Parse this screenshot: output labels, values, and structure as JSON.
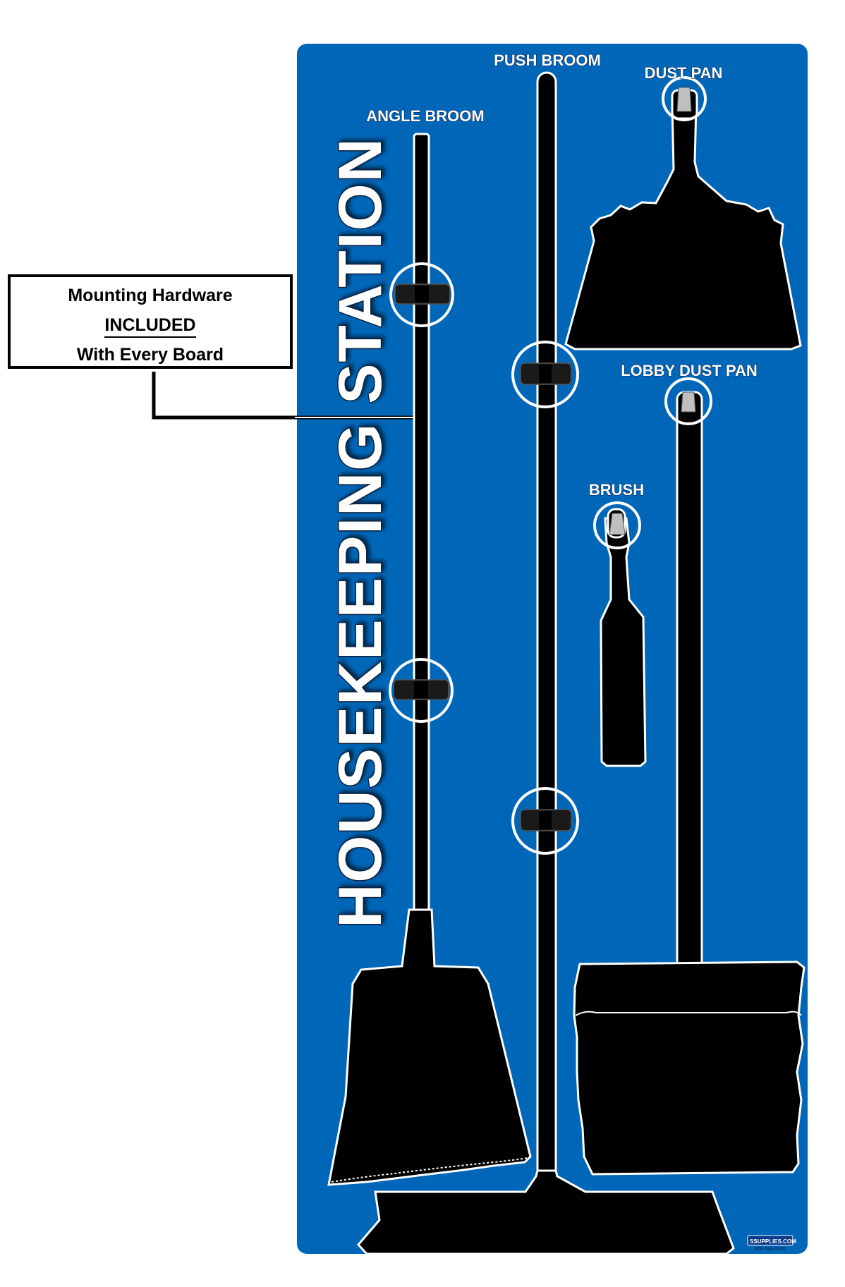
{
  "callout": {
    "line1": "Mounting Hardware",
    "line2": "INCLUDED",
    "line3": "With Every Board"
  },
  "board": {
    "title": "HOUSEKEEPING STATION",
    "background_color": "#0066b8",
    "labels": {
      "angle_broom": "ANGLE BROOM",
      "push_broom": "PUSH BROOM",
      "dust_pan": "DUST PAN",
      "lobby_dust_pan": "LOBBY DUST PAN",
      "brush": "BRUSH"
    },
    "logo": {
      "text": "SSUPPLIES.COM",
      "phone": "866-526-3330"
    }
  }
}
